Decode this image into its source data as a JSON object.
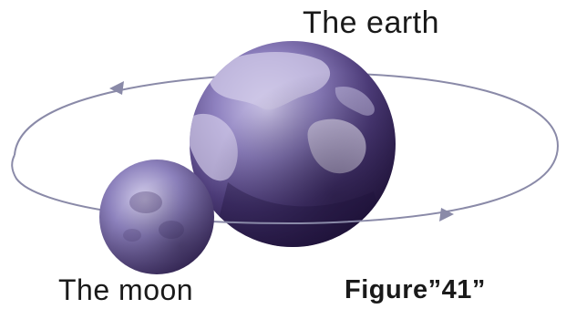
{
  "labels": {
    "earth": "The earth",
    "moon": "The moon",
    "figure": "Figure”41”"
  },
  "colors": {
    "background": "#ffffff",
    "orbit": "#8a8aa8",
    "earth_light": "#b9b1d8",
    "earth_dark": "#2c1d4a",
    "land": "#d2cbe8",
    "moon_light": "#c9c3e4",
    "moon_dark": "#3e2f5e",
    "text": "#1a1a1a"
  },
  "icons": {
    "orbit_arrow_left": "arrow-direction-icon",
    "orbit_arrow_right": "arrow-direction-icon"
  }
}
